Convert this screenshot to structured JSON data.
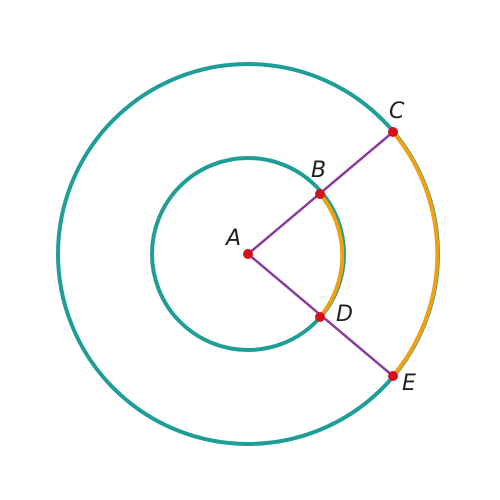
{
  "diagram": {
    "colors": {
      "circle": "#1e9e96",
      "arc": "#f0a010",
      "segment": "#8b3a9e",
      "point": "#d4121e",
      "label": "#231f20"
    },
    "circles": [
      {
        "id": "inner-circle"
      },
      {
        "id": "outer-circle"
      }
    ],
    "points": {
      "A": {
        "label": "A"
      },
      "B": {
        "label": "B"
      },
      "C": {
        "label": "C"
      },
      "D": {
        "label": "D"
      },
      "E": {
        "label": "E"
      }
    },
    "segments": [
      {
        "from": "A",
        "to": "C"
      },
      {
        "from": "A",
        "to": "E"
      }
    ],
    "arcs": [
      {
        "from": "B",
        "to": "D"
      },
      {
        "from": "C",
        "to": "E"
      }
    ]
  }
}
